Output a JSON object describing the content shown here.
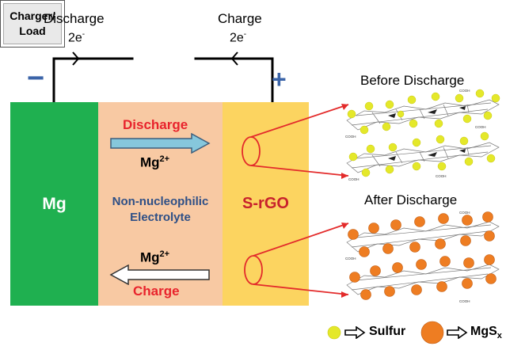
{
  "circuit": {
    "discharge_label": "Discharge",
    "discharge_electrons": "2e",
    "discharge_electrons_sup": "-",
    "charge_label": "Charge",
    "charge_electrons": "2e",
    "charge_electrons_sup": "-",
    "load_line1": "Charger/",
    "load_line2": "Load",
    "minus_sign": "−",
    "plus_sign": "+"
  },
  "cell": {
    "anode_label": "Mg",
    "electrolyte_line1": "Non-nucleophilic",
    "electrolyte_line2": "Electrolyte",
    "cathode_label": "S-rGO",
    "top_arrow_label": "Discharge",
    "bottom_arrow_label": "Charge",
    "ion_label": "Mg",
    "ion_charge": "2+"
  },
  "insets": {
    "before_title": "Before Discharge",
    "after_title": "After Discharge",
    "cooh_label": "COOH"
  },
  "legend": {
    "sulfur_label": "Sulfur",
    "mgsx_label": "MgS",
    "mgsx_sub": "x"
  },
  "colors": {
    "mg_green": "#1fb050",
    "electrolyte_peach": "#f8c9a3",
    "srgo_yellow": "#fcd460",
    "red_text": "#e8232c",
    "blue_text": "#2e4f86",
    "sulfur_dot": "#e4e82a",
    "mgsx_dot": "#ee7d22",
    "pointer_red": "#e32b2b"
  }
}
